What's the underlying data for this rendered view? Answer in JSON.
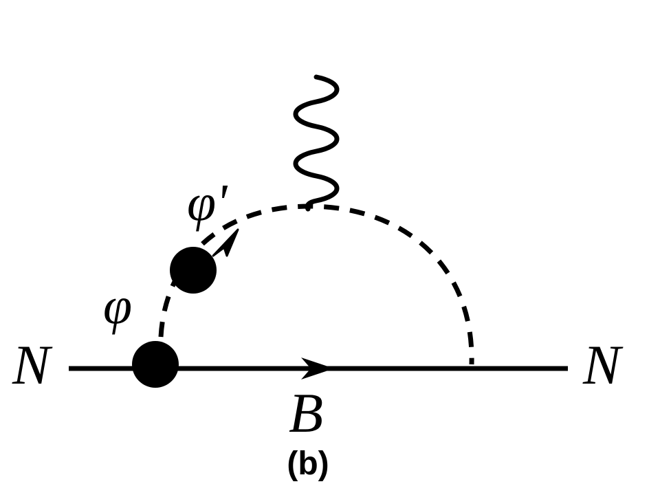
{
  "labels": {
    "nucleon_in": "N",
    "nucleon_out": "N",
    "baryon": "B",
    "meson": "φ",
    "meson_prime": "φ'"
  },
  "caption": "(b)",
  "colors": {
    "ink": "#000000",
    "background": "#ffffff"
  }
}
